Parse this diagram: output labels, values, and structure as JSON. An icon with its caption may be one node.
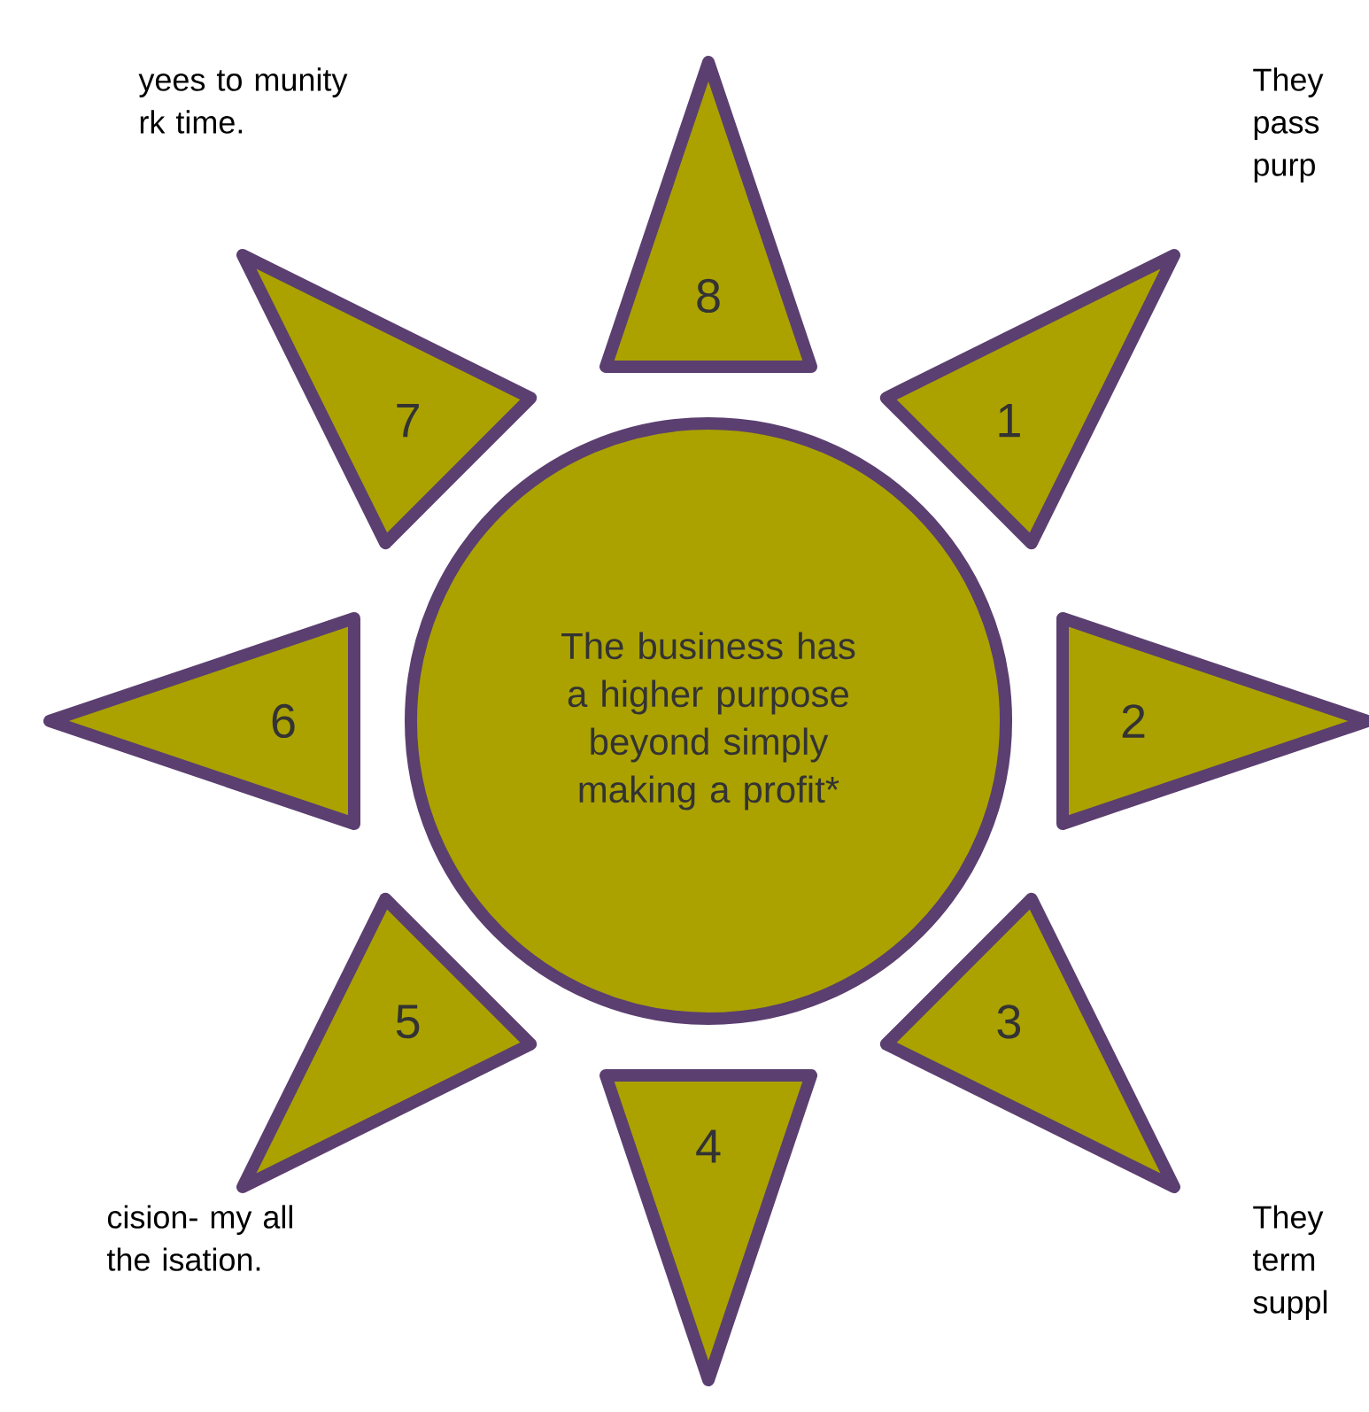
{
  "diagram": {
    "nodes": [
      {
        "text": [
          "The business has a higher purpose beyond simply making a profit*"
        ]
      },
      {
        "text": [
          "1"
        ]
      },
      {
        "text": [
          "2"
        ]
      },
      {
        "text": [
          "3"
        ]
      },
      {
        "text": [
          "4"
        ]
      },
      {
        "text": [
          "5"
        ]
      },
      {
        "text": [
          "6"
        ]
      },
      {
        "text": [
          "7"
        ]
      },
      {
        "text": [
          "8"
        ]
      }
    ],
    "labels": [
      "yees to munity rk time.",
      "They pass purp",
      "cision- my all the isation.",
      "They term suppl"
    ]
  }
}
